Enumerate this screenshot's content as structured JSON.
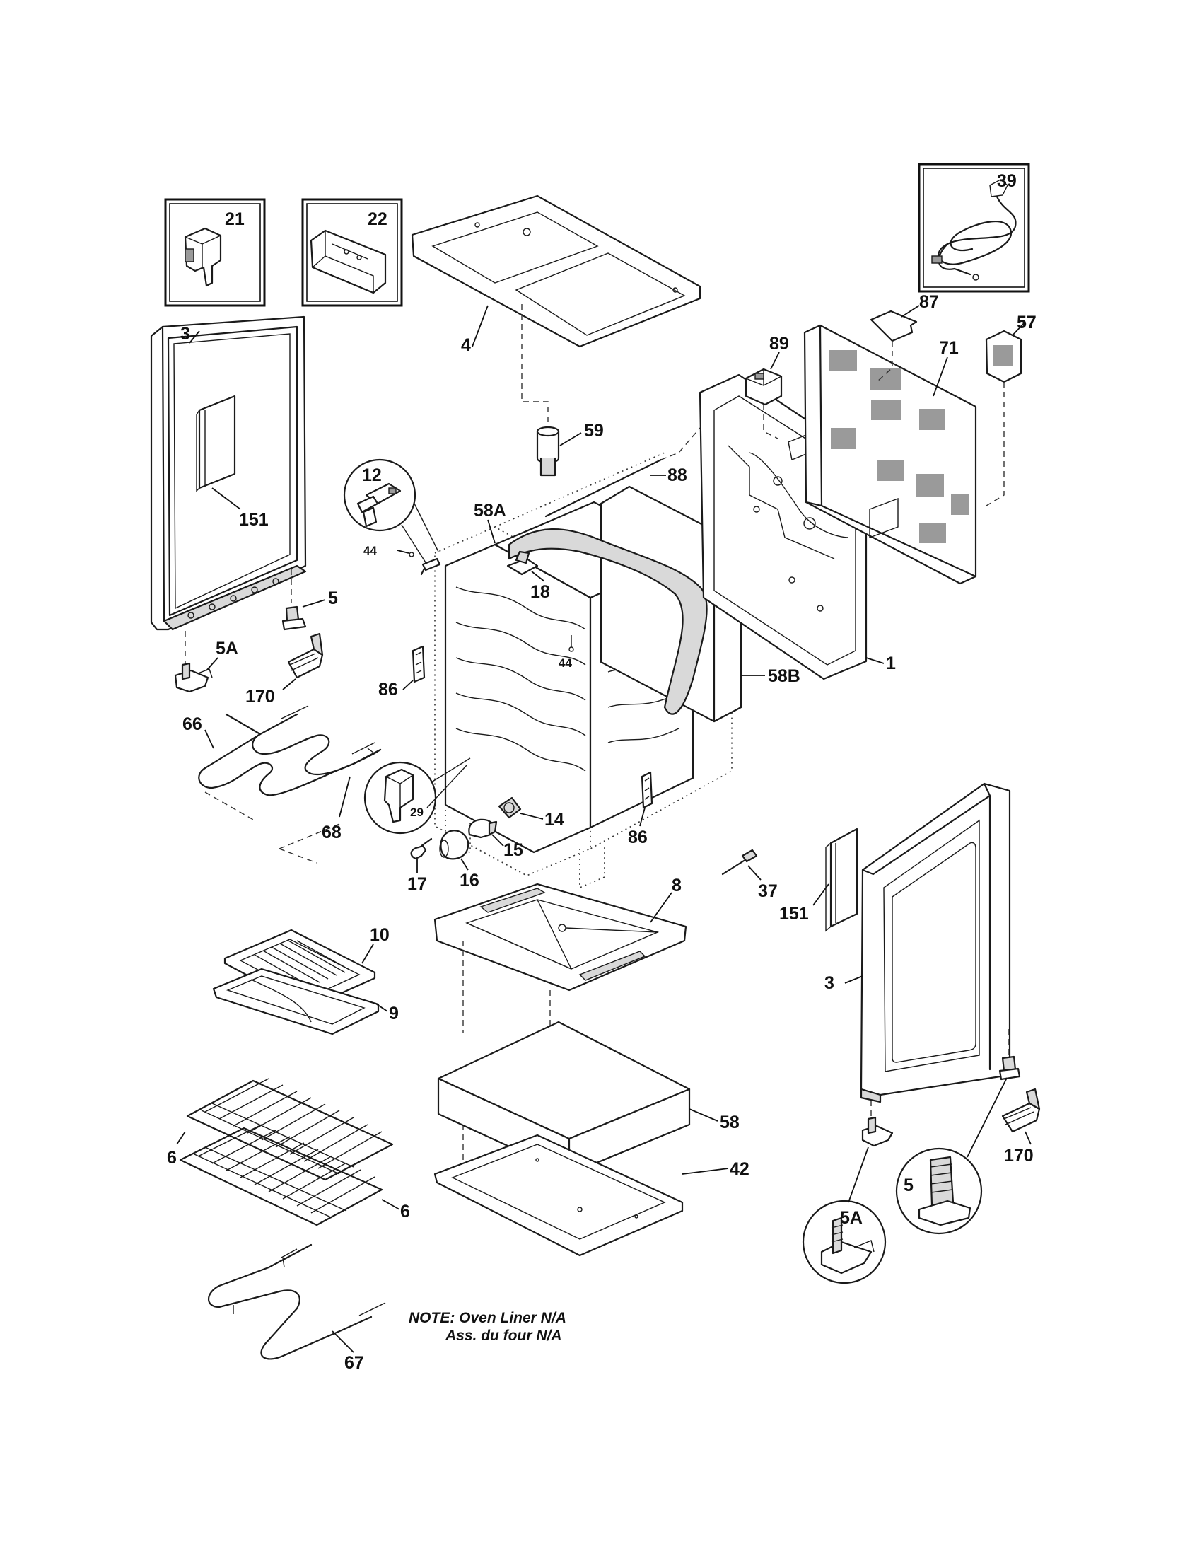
{
  "labels": {
    "p21": "21",
    "p22": "22",
    "p39": "39",
    "p3_left": "3",
    "p151_left": "151",
    "p5_left": "5",
    "p5a_left": "5A",
    "p170_left": "170",
    "p4": "4",
    "p59": "59",
    "p88": "88",
    "p58a": "58A",
    "p12": "12",
    "p44_a": "44",
    "p18": "18",
    "p44_b": "44",
    "p86_left": "86",
    "p58b": "58B",
    "p89": "89",
    "p87": "87",
    "p57": "57",
    "p71": "71",
    "p1": "1",
    "p66": "66",
    "p68": "68",
    "p29": "29",
    "p14": "14",
    "p15": "15",
    "p16": "16",
    "p17": "17",
    "p86_right": "86",
    "p37": "37",
    "p151_right": "151",
    "p3_right": "3",
    "p8": "8",
    "p10": "10",
    "p9": "9",
    "p58": "58",
    "p42": "42",
    "p6_a": "6",
    "p6_b": "6",
    "p67": "67",
    "p5a_right": "5A",
    "p5_right": "5",
    "p170_right": "170"
  },
  "note": {
    "line1": "NOTE: Oven Liner N/A",
    "line2": "Ass. du four N/A"
  }
}
